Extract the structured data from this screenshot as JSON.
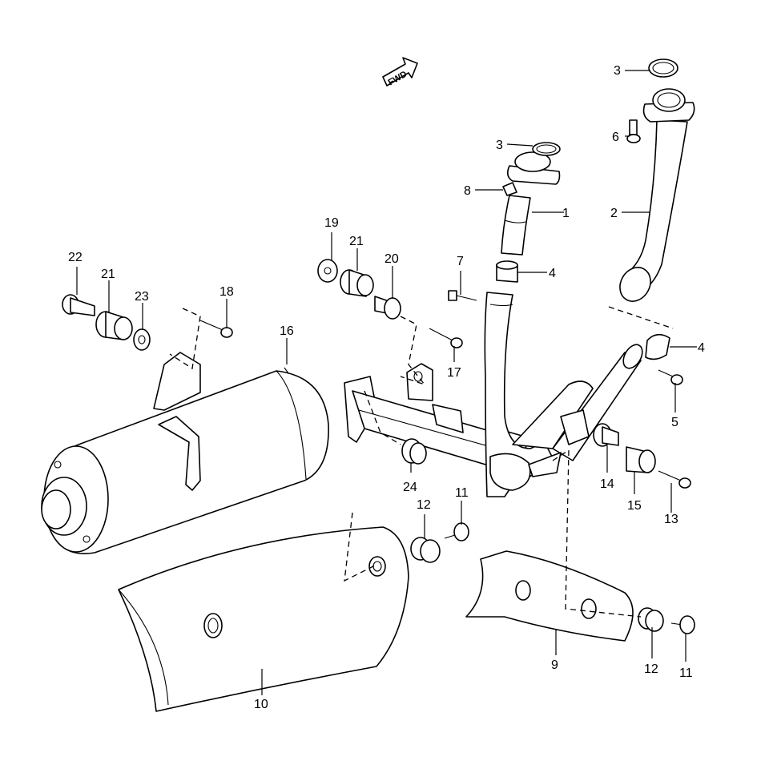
{
  "diagram": {
    "fwd_label": "FWD",
    "callouts": {
      "c1": "1",
      "c2": "2",
      "c3a": "3",
      "c3b": "3",
      "c4a": "4",
      "c4b": "4",
      "c5": "5",
      "c6": "6",
      "c7": "7",
      "c8": "8",
      "c9": "9",
      "c10": "10",
      "c11a": "11",
      "c11b": "11",
      "c12a": "12",
      "c12b": "12",
      "c13": "13",
      "c14": "14",
      "c15": "15",
      "c16": "16",
      "c17": "17",
      "c18": "18",
      "c19": "19",
      "c20": "20",
      "c21a": "21",
      "c21b": "21",
      "c22": "22",
      "c23": "23",
      "c24": "24"
    }
  }
}
